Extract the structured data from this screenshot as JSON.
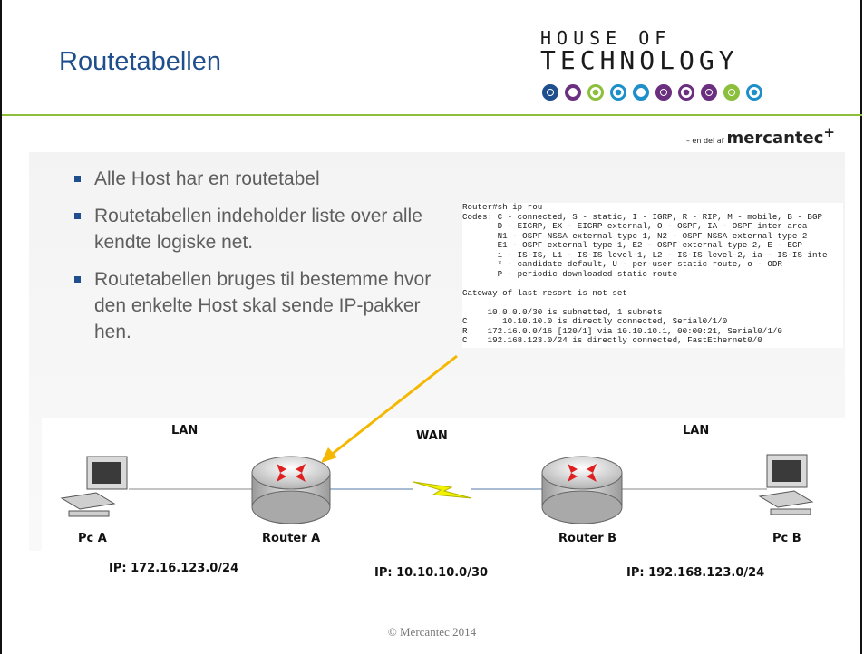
{
  "title": "Routetabellen",
  "logo": {
    "line1": "HOUSE OF",
    "line2": "TECHNOLOGY",
    "dots": [
      {
        "color": "#1f4e8c",
        "style": "filled"
      },
      {
        "color": "#6a2f7f",
        "style": "ring"
      },
      {
        "color": "#8bbf3c",
        "style": "target"
      },
      {
        "color": "#1f8fc9",
        "style": "target"
      },
      {
        "color": "#1f8fc9",
        "style": "ring"
      },
      {
        "color": "#6a2f7f",
        "style": "filled"
      },
      {
        "color": "#6a2f7f",
        "style": "target"
      },
      {
        "color": "#6a2f7f",
        "style": "filled"
      },
      {
        "color": "#8bbf3c",
        "style": "filled"
      },
      {
        "color": "#1f8fc9",
        "style": "target"
      }
    ]
  },
  "brand": {
    "prefix": "– en del af",
    "name": "mercantec"
  },
  "bullets": [
    "Alle Host har en routetabel",
    "Routetabellen indeholder liste over alle kendte logiske net.",
    "Routetabellen bruges til bestemme hvor den enkelte Host skal sende IP-pakker hen."
  ],
  "terminal_lines": [
    "Router#sh ip rou",
    "Codes: C - connected, S - static, I - IGRP, R - RIP, M - mobile, B - BGP",
    "       D - EIGRP, EX - EIGRP external, O - OSPF, IA - OSPF inter area",
    "       N1 - OSPF NSSA external type 1, N2 - OSPF NSSA external type 2",
    "       E1 - OSPF external type 1, E2 - OSPF external type 2, E - EGP",
    "       i - IS-IS, L1 - IS-IS level-1, L2 - IS-IS level-2, ia - IS-IS inte",
    "       * - candidate default, U - per-user static route, o - ODR",
    "       P - periodic downloaded static route",
    "",
    "Gateway of last resort is not set",
    "",
    "     10.0.0.0/30 is subnetted, 1 subnets",
    "C       10.10.10.0 is directly connected, Serial0/1/0",
    "R    172.16.0.0/16 [120/1] via 10.10.10.1, 00:00:21, Serial0/1/0",
    "C    192.168.123.0/24 is directly connected, FastEthernet0/0"
  ],
  "network": {
    "lan_left": "LAN",
    "wan": "WAN",
    "lan_right": "LAN",
    "pc_a": "Pc A",
    "router_a": "Router A",
    "router_b": "Router B",
    "pc_b": "Pc B",
    "ip_left": "IP: 172.16.123.0/24",
    "ip_wan": "IP: 10.10.10.0/30",
    "ip_right": "IP: 192.168.123.0/24"
  },
  "footer": "© Mercantec 2014",
  "colors": {
    "title": "#1f4e8c",
    "rule": "#8bbf3c",
    "arrow": "#f5b800",
    "wan_link": "#f2f200",
    "router_arrows": "#e02020"
  }
}
